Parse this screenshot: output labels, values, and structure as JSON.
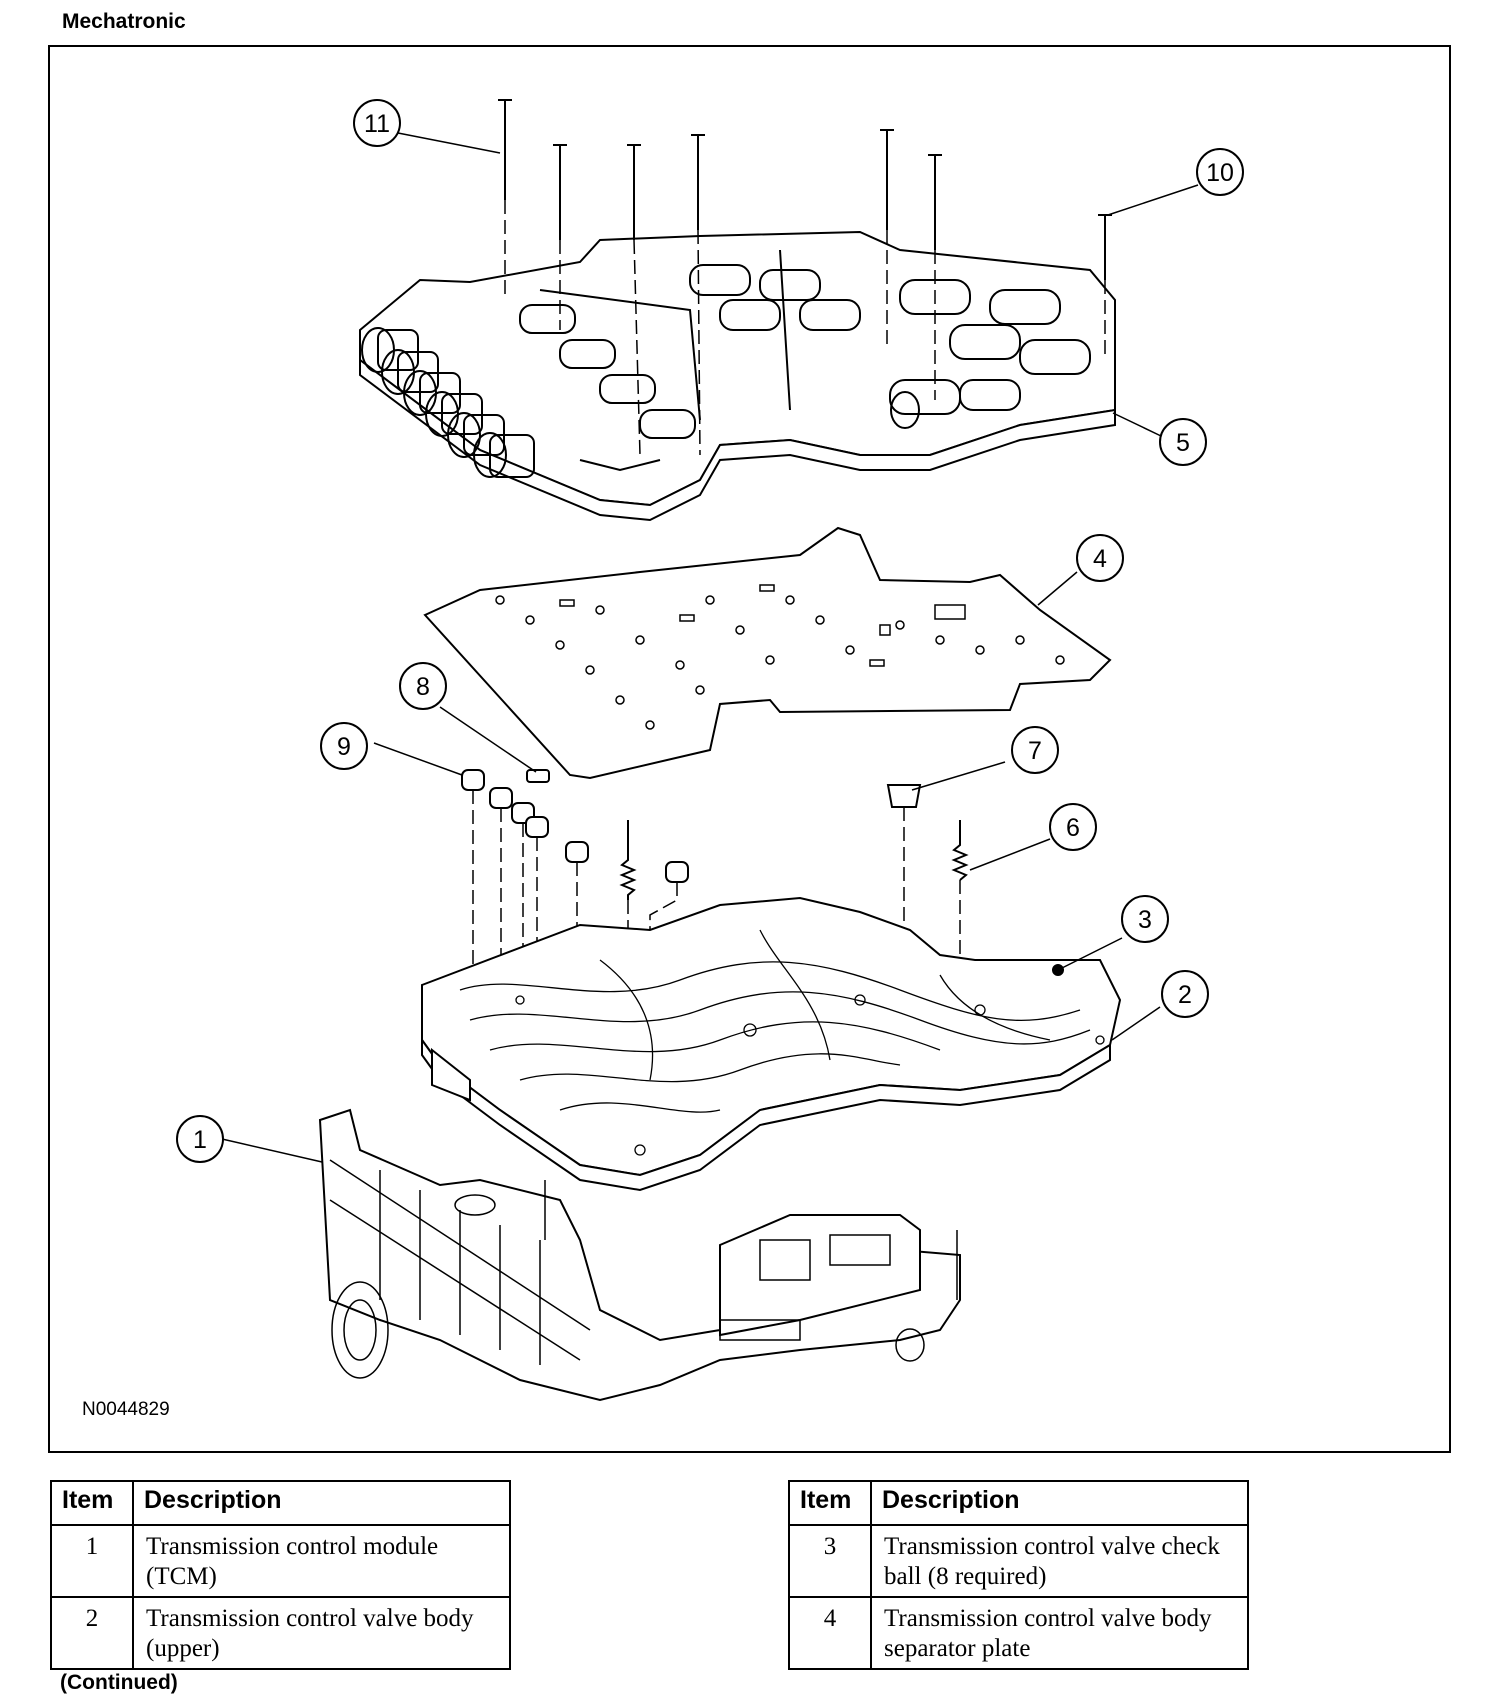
{
  "page": {
    "title": "Mechatronic",
    "continued": "(Continued)"
  },
  "figure": {
    "id": "N0044829",
    "callouts": [
      "1",
      "2",
      "3",
      "4",
      "5",
      "6",
      "7",
      "8",
      "9",
      "10",
      "11"
    ]
  },
  "legend_tables": [
    {
      "headers": {
        "item": "Item",
        "description": "Description"
      },
      "rows": [
        {
          "item": "1",
          "description": "Transmission control module (TCM)"
        },
        {
          "item": "2",
          "description": "Transmission control valve body (upper)"
        }
      ]
    },
    {
      "headers": {
        "item": "Item",
        "description": "Description"
      },
      "rows": [
        {
          "item": "3",
          "description": "Transmission control valve check ball (8 required)"
        },
        {
          "item": "4",
          "description": "Transmission control valve body separator plate"
        }
      ]
    }
  ]
}
